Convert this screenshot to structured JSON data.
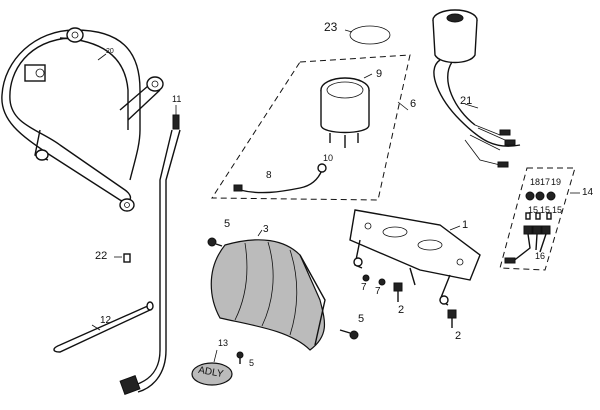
{
  "diagram": {
    "callouts": {
      "c20": "20",
      "c11": "11",
      "c23": "23",
      "c9": "9",
      "c6": "6",
      "c21": "21",
      "c10": "10",
      "c8": "8",
      "c14": "14",
      "c18": "18",
      "c17": "17",
      "c19": "19",
      "c15a": "15",
      "c15b": "15",
      "c15c": "15",
      "c16": "16",
      "c1": "1",
      "c3": "3",
      "c5a": "5",
      "c5b": "5",
      "c5c": "5",
      "c22": "22",
      "c7a": "7",
      "c7b": "7",
      "c2a": "2",
      "c2b": "2",
      "c12": "12",
      "c13": "13"
    },
    "emblem_text": "ADLY"
  }
}
